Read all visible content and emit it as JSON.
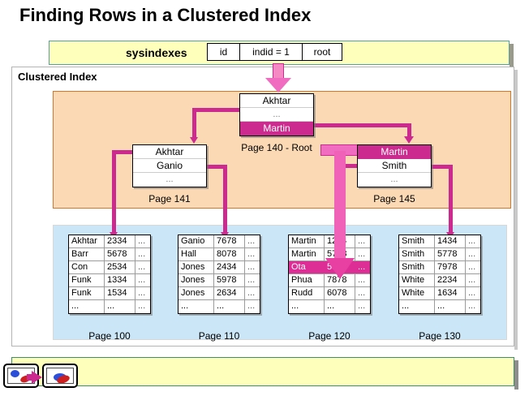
{
  "title": "Finding Rows in a Clustered Index",
  "sysindexes": {
    "label": "sysindexes",
    "columns": [
      "id",
      "indid = 1",
      "root"
    ]
  },
  "clustered_index": {
    "label": "Clustered Index"
  },
  "index_level": {
    "root_node": {
      "caption": "Page 140 - Root",
      "rows": [
        {
          "key": "Akhtar",
          "highlight": false
        },
        {
          "key": "...",
          "highlight": false
        },
        {
          "key": "Martin",
          "highlight": true
        }
      ]
    },
    "left_node": {
      "caption": "Page 141",
      "rows": [
        {
          "key": "Akhtar",
          "highlight": false
        },
        {
          "key": "Ganio",
          "highlight": false
        },
        {
          "key": "...",
          "highlight": false
        }
      ]
    },
    "right_node": {
      "caption": "Page 145",
      "rows": [
        {
          "key": "Martin",
          "highlight": true
        },
        {
          "key": "Smith",
          "highlight": false
        },
        {
          "key": "...",
          "highlight": false
        }
      ]
    }
  },
  "data_level": {
    "pages": [
      {
        "caption": "Page 100",
        "rows": [
          {
            "key": "Akhtar",
            "value": "2334",
            "more": "...",
            "highlight": false
          },
          {
            "key": "Barr",
            "value": "5678",
            "more": "...",
            "highlight": false
          },
          {
            "key": "Con",
            "value": "2534",
            "more": "...",
            "highlight": false
          },
          {
            "key": "Funk",
            "value": "1334",
            "more": "...",
            "highlight": false
          },
          {
            "key": "Funk",
            "value": "1534",
            "more": "...",
            "highlight": false
          },
          {
            "key": "...",
            "value": "...",
            "more": "...",
            "highlight": false
          }
        ]
      },
      {
        "caption": "Page 110",
        "rows": [
          {
            "key": "Ganio",
            "value": "7678",
            "more": "...",
            "highlight": false
          },
          {
            "key": "Hall",
            "value": "8078",
            "more": "...",
            "highlight": false
          },
          {
            "key": "Jones",
            "value": "2434",
            "more": "...",
            "highlight": false
          },
          {
            "key": "Jones",
            "value": "5978",
            "more": "...",
            "highlight": false
          },
          {
            "key": "Jones",
            "value": "2634",
            "more": "...",
            "highlight": false
          },
          {
            "key": "...",
            "value": "...",
            "more": "...",
            "highlight": false
          }
        ]
      },
      {
        "caption": "Page 120",
        "rows": [
          {
            "key": "Martin",
            "value": "1234",
            "more": "...",
            "highlight": false
          },
          {
            "key": "Martin",
            "value": "5778",
            "more": "...",
            "highlight": false
          },
          {
            "key": "Ota",
            "value": "5878",
            "more": "...",
            "highlight": true
          },
          {
            "key": "Phua",
            "value": "7878",
            "more": "...",
            "highlight": false
          },
          {
            "key": "Rudd",
            "value": "6078",
            "more": "...",
            "highlight": false
          },
          {
            "key": "...",
            "value": "...",
            "more": "...",
            "highlight": false
          }
        ]
      },
      {
        "caption": "Page 130",
        "rows": [
          {
            "key": "Smith",
            "value": "1434",
            "more": "...",
            "highlight": false
          },
          {
            "key": "Smith",
            "value": "5778",
            "more": "...",
            "highlight": false
          },
          {
            "key": "Smith",
            "value": "7978",
            "more": "...",
            "highlight": false
          },
          {
            "key": "White",
            "value": "2234",
            "more": "...",
            "highlight": false
          },
          {
            "key": "White",
            "value": "1634",
            "more": "...",
            "highlight": false
          },
          {
            "key": "...",
            "value": "...",
            "more": "...",
            "highlight": false
          }
        ]
      }
    ]
  },
  "navigation": {
    "previous_slide_label": "previous-slide-thumbnail",
    "next_slide_label": "next-slide-thumbnail"
  },
  "colors": {
    "highlight": "#cc2a8e",
    "arrow": "#e83fa3",
    "index_panel": "#fbd9b4",
    "data_panel": "#cbe6f7",
    "banner": "#ffffbc"
  }
}
